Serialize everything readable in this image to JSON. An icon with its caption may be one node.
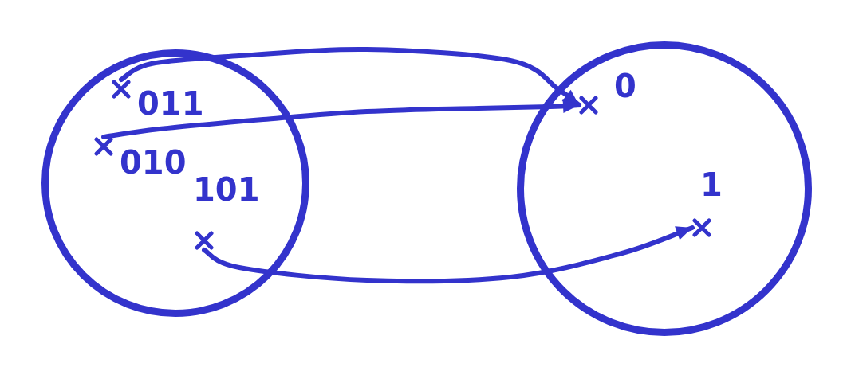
{
  "diagram": {
    "nodes": [
      {
        "text": [],
        "shape": "circle"
      },
      {
        "text": [
          "011"
        ],
        "in": 0
      },
      {
        "text": [
          "010"
        ],
        "in": 0
      },
      {
        "text": [
          "101"
        ],
        "in": 0
      },
      {
        "text": [],
        "shape": "circle"
      },
      {
        "text": [
          "0"
        ],
        "in": 4
      },
      {
        "text": [
          "1"
        ],
        "in": 4
      }
    ],
    "edges": [
      {
        "from": 1,
        "to": 5,
        "arrow": "to"
      },
      {
        "from": 2,
        "to": 5,
        "arrow": "to"
      },
      {
        "from": 3,
        "to": 6,
        "arrow": "to"
      }
    ]
  }
}
